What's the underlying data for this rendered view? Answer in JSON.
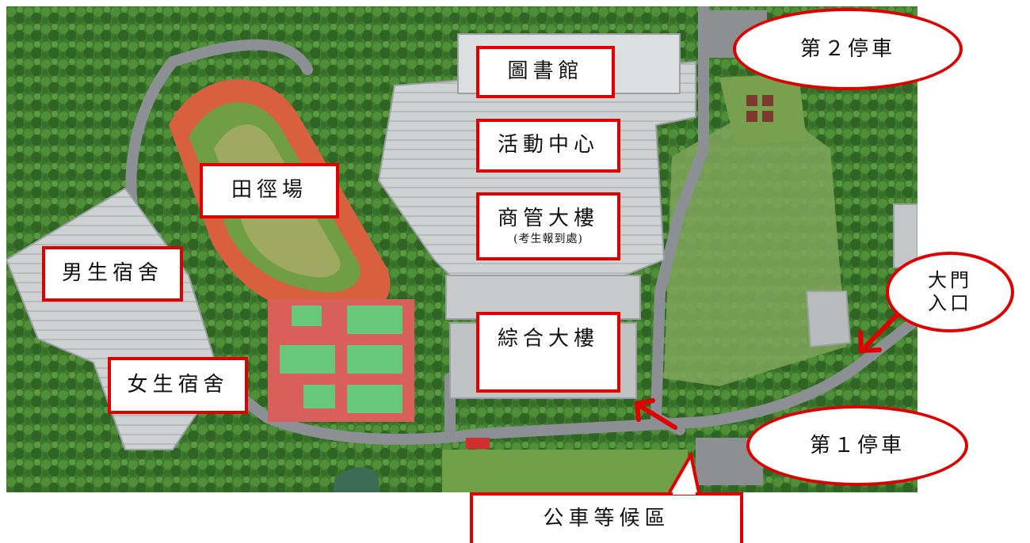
{
  "colors": {
    "label_border": "#e00000",
    "arrow": "#e00000",
    "track": "#d9603f",
    "court": "#d9605a",
    "court_green": "#67c77a",
    "grass": "#5f9a3c",
    "road": "#8c8f93"
  },
  "labels": {
    "library": "圖書館",
    "activity_center": "活動中心",
    "business_building": "商管大樓",
    "business_building_note": "(考生報到處)",
    "track_field": "田徑場",
    "male_dorm": "男生宿舍",
    "female_dorm": "女生宿舍",
    "general_building": "綜合大樓",
    "bus_stop": "公車等候區"
  },
  "callouts": {
    "parking_2": "第２停車",
    "parking_1": "第１停車",
    "main_gate_line1": "大門",
    "main_gate_line2": "入口"
  },
  "icons": {
    "pointer": "arrow-icon"
  }
}
